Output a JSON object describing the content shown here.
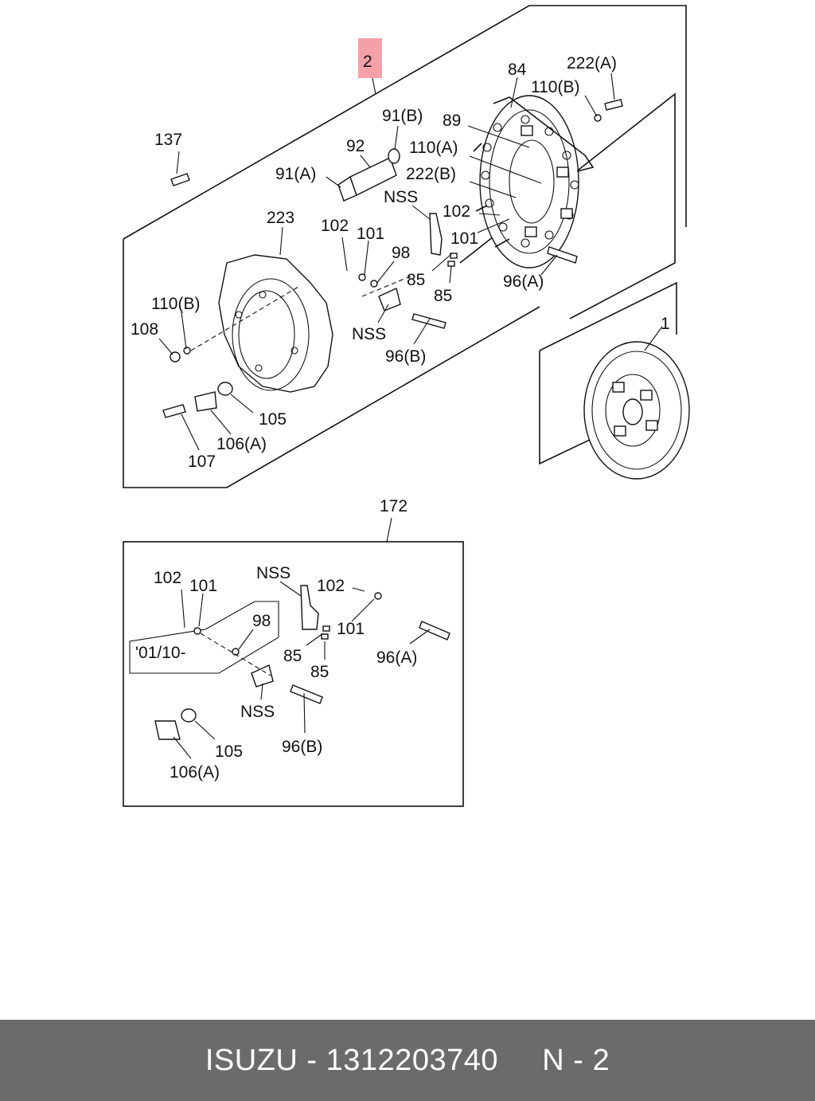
{
  "diagram": {
    "highlight_color": "#f4a0a8",
    "callouts": {
      "c2": "2",
      "c84": "84",
      "c222a": "222(A)",
      "c110b_top": "110(B)",
      "c91b": "91(B)",
      "c89": "89",
      "c137": "137",
      "c92": "92",
      "c110a": "110(A)",
      "c91a": "91(A)",
      "c222b": "222(B)",
      "c_nss_top": "NSS",
      "c102_top": "102",
      "c223": "223",
      "c102_mid": "102",
      "c101_mid": "101",
      "c101_top": "101",
      "c98": "98",
      "c85a": "85",
      "c85b": "85",
      "c96a_top": "96(A)",
      "c110b_left": "110(B)",
      "c108": "108",
      "c_nss_mid": "NSS",
      "c96b_top": "96(B)",
      "c1": "1",
      "c105": "105",
      "c106a": "106(A)",
      "c107": "107"
    },
    "inset": {
      "title": "172",
      "date_note": "'01/10-",
      "callouts": {
        "c102a": "102",
        "c101a": "101",
        "c_nss_a": "NSS",
        "c102b": "102",
        "c98": "98",
        "c101b": "101",
        "c85a": "85",
        "c85b": "85",
        "c96a": "96(A)",
        "c_nss_b": "NSS",
        "c96b": "96(B)",
        "c105": "105",
        "c106a": "106(A)"
      }
    }
  },
  "footer": {
    "text": "ISUZU - 1312203740     N - 2",
    "background": "#6b6b6b"
  }
}
